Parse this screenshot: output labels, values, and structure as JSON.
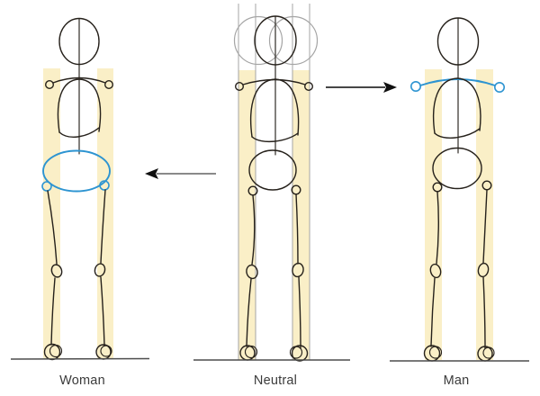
{
  "figure_labels": {
    "woman": "Woman",
    "neutral": "Neutral",
    "man": "Man"
  },
  "colors": {
    "highlight_blue": "#2D94D1",
    "band_yellow": "#FAEFC7",
    "sketch_ink": "#26211B",
    "guide_gray": "#A5A5A5",
    "ground_gray": "#4D4D4D",
    "label_gray": "#3B3B3B",
    "background": "#FFFFFF"
  },
  "figures": [
    {
      "id": "woman",
      "label": "Woman",
      "highlighted_part": "pelvis-ellipse",
      "highlight_color": "#2D94D1"
    },
    {
      "id": "neutral",
      "label": "Neutral",
      "highlighted_part": "none",
      "construction_guides": "head-width circles and vertical proportion lines"
    },
    {
      "id": "man",
      "label": "Man",
      "highlighted_part": "shoulder-line",
      "highlight_color": "#2D94D1"
    }
  ],
  "arrows": [
    {
      "from": "neutral",
      "to": "woman",
      "direction": "left"
    },
    {
      "from": "neutral",
      "to": "man",
      "direction": "right"
    }
  ]
}
